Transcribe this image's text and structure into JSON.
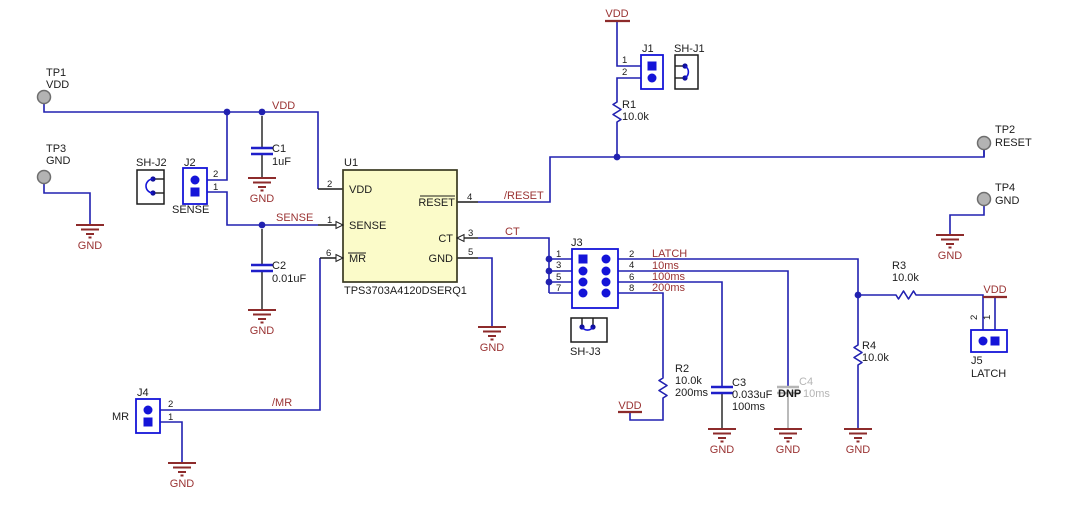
{
  "schematic": {
    "ic": {
      "ref": "U1",
      "part": "TPS3703A4120DSERQ1",
      "pins": {
        "vdd": {
          "num": "2",
          "name": "VDD"
        },
        "sense": {
          "num": "1",
          "name": "SENSE"
        },
        "mr": {
          "num": "6",
          "name": "MR"
        },
        "reset": {
          "num": "4",
          "name": "RESET"
        },
        "ct": {
          "num": "3",
          "name": "CT"
        },
        "gnd": {
          "num": "5",
          "name": "GND"
        }
      }
    },
    "test_points": {
      "tp1": {
        "ref": "TP1",
        "net": "VDD"
      },
      "tp2": {
        "ref": "TP2",
        "net": "RESET"
      },
      "tp3": {
        "ref": "TP3",
        "net": "GND"
      },
      "tp4": {
        "ref": "TP4",
        "net": "GND"
      }
    },
    "connectors": {
      "j1": {
        "ref": "J1",
        "pin1": "1",
        "pin2": "2"
      },
      "j2": {
        "ref": "J2",
        "label": "SENSE",
        "pin1": "1",
        "pin2": "2"
      },
      "j3": {
        "ref": "J3",
        "left_pins": [
          "1",
          "3",
          "5",
          "7"
        ],
        "right_pins": [
          "2",
          "4",
          "6",
          "8"
        ]
      },
      "j4": {
        "ref": "J4",
        "label": "MR",
        "pin1": "1",
        "pin2": "2"
      },
      "j5": {
        "ref": "J5",
        "label": "LATCH",
        "pin1": "1",
        "pin2": "2"
      }
    },
    "shunts": {
      "sh_j1": "SH-J1",
      "sh_j2": "SH-J2",
      "sh_j3": "SH-J3"
    },
    "resistors": {
      "r1": {
        "ref": "R1",
        "value": "10.0k"
      },
      "r2": {
        "ref": "R2",
        "value": "10.0k",
        "timing": "200ms"
      },
      "r3": {
        "ref": "R3",
        "value": "10.0k"
      },
      "r4": {
        "ref": "R4",
        "value": "10.0k"
      }
    },
    "capacitors": {
      "c1": {
        "ref": "C1",
        "value": "1uF"
      },
      "c2": {
        "ref": "C2",
        "value": "0.01uF"
      },
      "c3": {
        "ref": "C3",
        "value": "0.033uF",
        "timing": "100ms"
      },
      "c4": {
        "ref": "C4",
        "dnp": "DNP",
        "timing": "10ms"
      }
    },
    "nets": {
      "vdd": "VDD",
      "gnd": "GND",
      "sense": "SENSE",
      "reset_n": "/RESET",
      "ct": "CT",
      "latch": "LATCH",
      "mr_n": "/MR",
      "t10": "10ms",
      "t100": "100ms",
      "t200": "200ms"
    },
    "colors": {
      "wire": "#2121b0",
      "connector_blue": "#1414d8",
      "net_label_red": "#9a3333",
      "ground_red": "#8d2b2b",
      "ic_fill_yellow": "#fbfbc9",
      "dnp_gray": "#b5b5b5",
      "testpoint_gray": "#b3b3b3"
    }
  }
}
